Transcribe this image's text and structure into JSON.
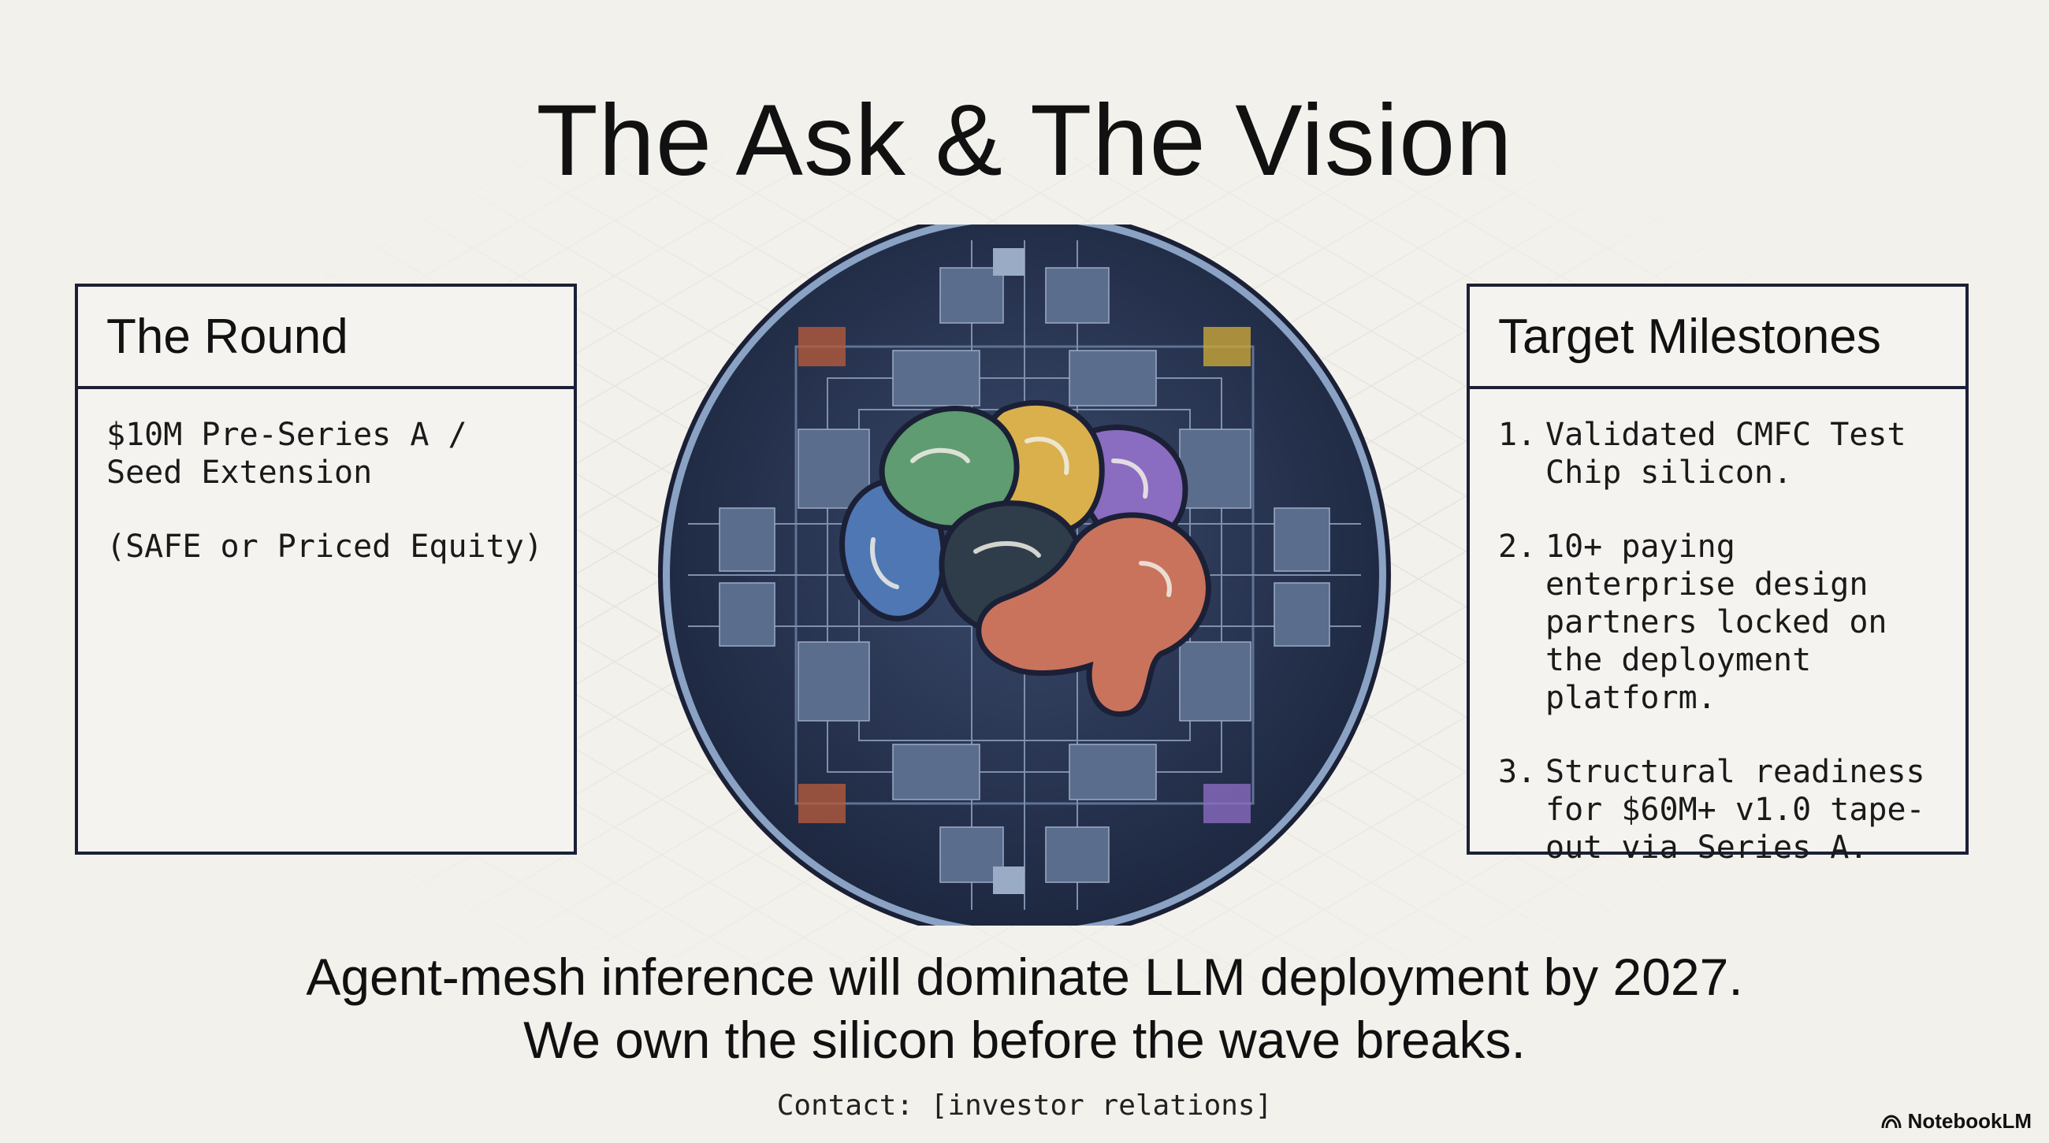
{
  "slide": {
    "title": "The Ask & The Vision"
  },
  "round_panel": {
    "heading": "The Round",
    "lines": [
      "$10M Pre-Series A /\nSeed Extension",
      "(SAFE or Priced Equity)"
    ]
  },
  "milestones_panel": {
    "heading": "Target Milestones",
    "items": [
      {
        "num": "1.",
        "text": "Validated CMFC Test Chip silicon."
      },
      {
        "num": "2.",
        "text": "10+ paying enterprise design partners locked on the deployment platform."
      },
      {
        "num": "3.",
        "text": "Structural readiness for $60M+ v1.0 tape-out via Series A."
      }
    ]
  },
  "tagline": {
    "line1": "Agent-mesh inference will dominate LLM deployment by 2027.",
    "line2": "We own the silicon before the wave breaks."
  },
  "contact": "Contact: [investor relations]",
  "brand": {
    "name": "NotebookLM",
    "icon": "notebooklm-logo-icon"
  },
  "illustration": {
    "icon": "brain-on-silicon-wafer-icon",
    "colors": {
      "wafer_dark": "#25324f",
      "wafer_rim": "#8aa2c4",
      "brain_green": "#5f9c71",
      "brain_yellow": "#d9b04c",
      "brain_purple": "#8a6cc1",
      "brain_blue": "#4f77b3",
      "brain_dark": "#2f3c4a",
      "brain_red": "#c9735c"
    }
  }
}
